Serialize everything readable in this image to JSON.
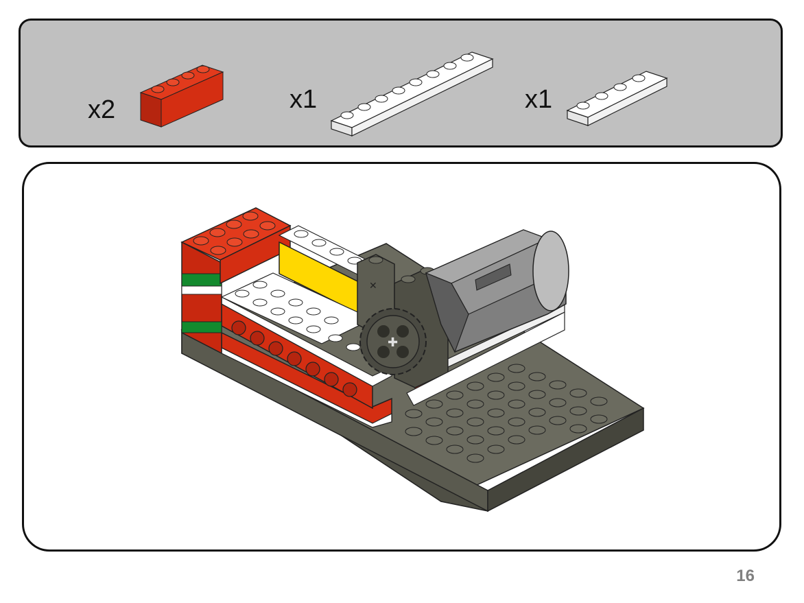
{
  "parts_list": [
    {
      "quantity": "x2",
      "part": "red-brick-1x4",
      "color": "#d42e12"
    },
    {
      "quantity": "x1",
      "part": "white-plate-1x8",
      "color": "#ffffff"
    },
    {
      "quantity": "x1",
      "part": "white-plate-1x4",
      "color": "#ffffff"
    }
  ],
  "model_illustration": {
    "assembly": "model-build-step",
    "colors": {
      "baseplate": "#5d5d52",
      "red": "#d42e12",
      "white": "#ffffff",
      "yellow": "#ffd800",
      "green": "#138a2e",
      "motor": "#8a8a8a",
      "gear": "#4a4a42"
    }
  },
  "page": {
    "number": "16"
  }
}
